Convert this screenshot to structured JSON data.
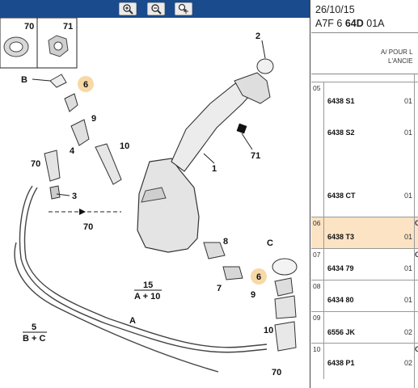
{
  "toolbar": {
    "buttons": [
      {
        "name": "zoom-in-button",
        "icon": "magnifier-plus-icon"
      },
      {
        "name": "zoom-out-button",
        "icon": "magnifier-minus-icon"
      },
      {
        "name": "zoom-pan-button",
        "icon": "magnifier-move-icon"
      }
    ]
  },
  "diagram": {
    "thumbs": [
      "70",
      "71"
    ],
    "callouts": {
      "c2": "2",
      "c71": "71",
      "c1": "1",
      "cB": "B",
      "c6a": "6",
      "c9a": "9",
      "c4": "4",
      "c10a": "10",
      "c70a": "70",
      "c3": "3",
      "c70b": "70",
      "c8": "8",
      "c7": "7",
      "cC": "C",
      "c6b": "6",
      "c9b": "9",
      "c10b": "10",
      "c70c": "70",
      "cA": "A"
    },
    "fractions": [
      {
        "top": "15",
        "bottom": "A + 10"
      },
      {
        "top": "5",
        "bottom": "B + C"
      }
    ]
  },
  "parts_panel": {
    "date": "26/10/15",
    "code_prefix": "A7F 6 ",
    "code_bold": "64D",
    "code_suffix": " 01A",
    "note_line1": "A/ POUR L",
    "note_line2": "L'ANCIE",
    "rows": [
      {
        "no": "05",
        "refs": [
          "6438 S1",
          "6438 S2",
          "6438 CT"
        ],
        "qty": [
          "01",
          "01",
          "01"
        ],
        "edge": "",
        "selected": false
      },
      {
        "no": "06",
        "refs": [
          "6438 T3"
        ],
        "qty": [
          "01"
        ],
        "edge": "C",
        "selected": true
      },
      {
        "no": "07",
        "refs": [
          "6434 79"
        ],
        "qty": [
          "01"
        ],
        "edge": "C",
        "selected": false
      },
      {
        "no": "08",
        "refs": [
          "6434 80"
        ],
        "qty": [
          "01"
        ],
        "edge": "",
        "selected": false
      },
      {
        "no": "09",
        "refs": [
          "6556 JK"
        ],
        "qty": [
          "02"
        ],
        "edge": "",
        "selected": false
      },
      {
        "no": "10",
        "refs": [
          "6438 P1"
        ],
        "qty": [
          "02"
        ],
        "edge": "C",
        "selected": false
      }
    ]
  }
}
